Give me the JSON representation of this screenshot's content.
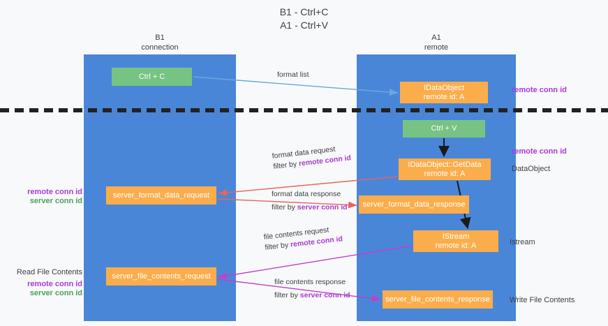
{
  "title": {
    "line1": "B1 - Ctrl+C",
    "line2": "A1 - Ctrl+V"
  },
  "columns": {
    "left": {
      "name": "B1",
      "role": "connection"
    },
    "right": {
      "name": "A1",
      "role": "remote"
    }
  },
  "nodes": {
    "ctrl_c": {
      "line1": "Ctrl + C",
      "line2": "",
      "color": "#77c383"
    },
    "idataobject": {
      "line1": "IDataObject",
      "line2": "remote id: A",
      "color": "#fbad4b"
    },
    "ctrl_v": {
      "line1": "Ctrl + V",
      "line2": "",
      "color": "#77c383"
    },
    "getdata": {
      "line1": "IDataObject::GetData",
      "line2": "remote id: A",
      "color": "#fbad4b"
    },
    "server_format_data_request": {
      "line1": "server_format_data_request",
      "line2": "",
      "color": "#fbad4b"
    },
    "server_format_data_response": {
      "line1": "server_format_data_response",
      "line2": "",
      "color": "#fbad4b"
    },
    "istream": {
      "line1": "IStream",
      "line2": "remote id: A",
      "color": "#fbad4b"
    },
    "server_file_contents_request": {
      "line1": "server_file_contents_request",
      "line2": "",
      "color": "#fbad4b"
    },
    "server_file_contents_response": {
      "line1": "server_file_contents_response",
      "line2": "",
      "color": "#fbad4b"
    }
  },
  "edge_labels": {
    "format_list": "format list",
    "format_data_request": "format data request",
    "format_data_request_filter_prefix": "filter by ",
    "format_data_request_filter_key": "remote conn id",
    "format_data_response": "format data response",
    "format_data_response_filter_prefix": "filter by ",
    "format_data_response_filter_key": "server conn id",
    "file_contents_request": "file contents request",
    "file_contents_request_filter_prefix": "filter by ",
    "file_contents_request_filter_key": "remote conn id",
    "file_contents_response": "file contents response",
    "file_contents_response_filter_prefix": "filter by ",
    "file_contents_response_filter_key": "server conn id"
  },
  "annotations": {
    "right_top_remote_conn_id": "remote conn id",
    "right_mid_remote_conn_id": "remote conn id",
    "right_dataobject": "DataObject",
    "right_istream": "Istream",
    "right_write_file_contents": "Write File Contents",
    "left_remote_conn_id": "remote conn id",
    "left_server_conn_id": "server conn id",
    "left_read_file_contents": "Read File Contents",
    "left_remote_conn_id_2": "remote conn id",
    "left_server_conn_id_2": "server conn id"
  },
  "colors": {
    "lane": "#4a86d8",
    "green_node": "#77c383",
    "orange_node": "#fbad4b",
    "purple_text": "#a83ad4",
    "green_text": "#4aa05a",
    "arrow_blue": "#6aa7e0",
    "arrow_red": "#e8645f",
    "arrow_magenta": "#c040c8",
    "arrow_black": "#1a1a1a",
    "separator": "#222222",
    "background": "#f8f9fa"
  }
}
